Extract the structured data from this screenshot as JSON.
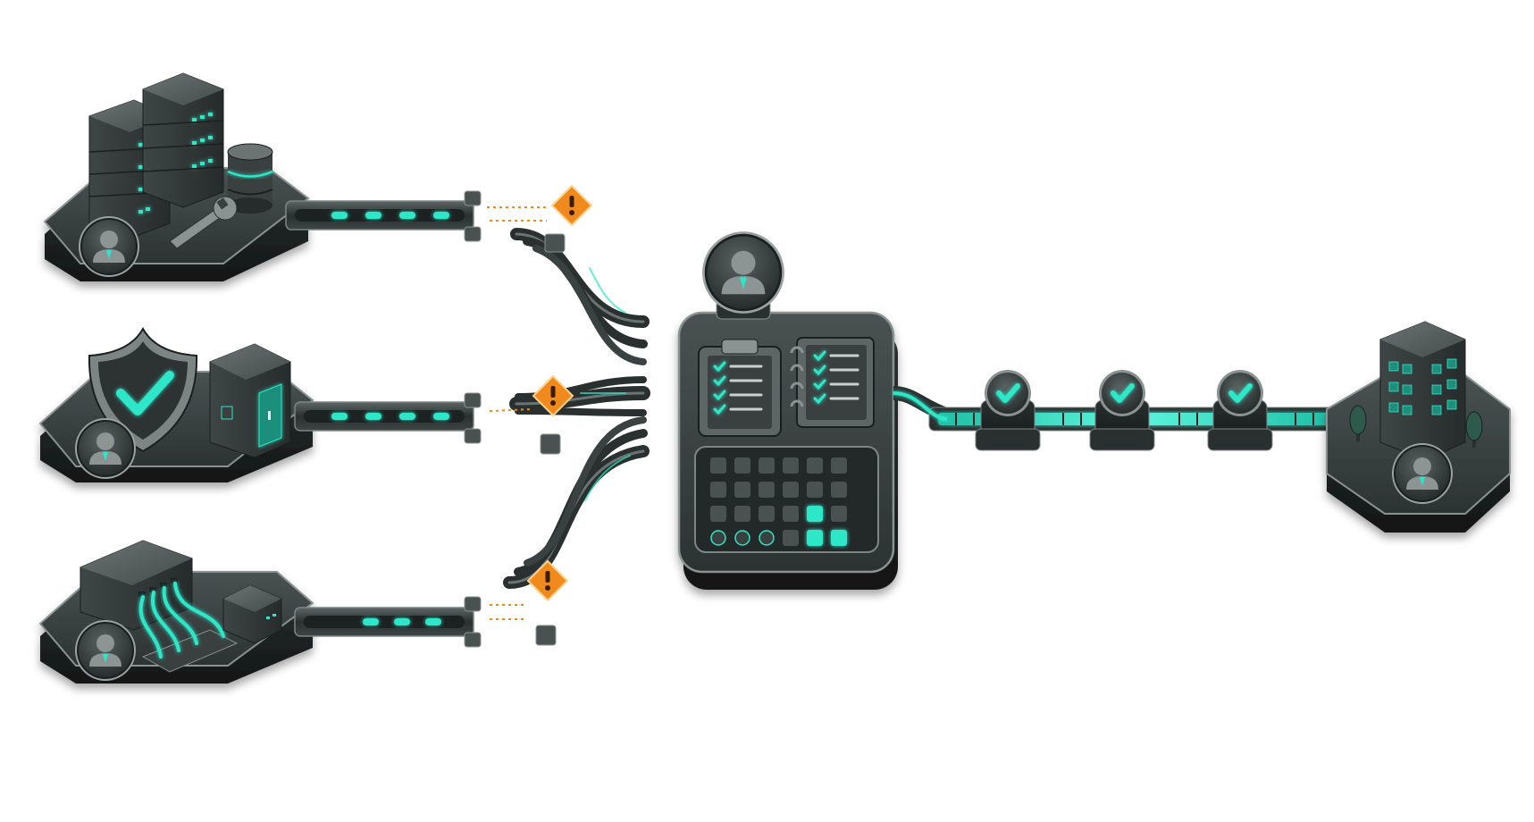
{
  "diagram": {
    "description_hidden": "",
    "colors": {
      "accent": "#2ee6c8",
      "accent_dim": "#17a58f",
      "platform_top": "#3a4040",
      "platform_side": "#1e2323",
      "platform_edge": "#8a9292",
      "metal": "#565d5d",
      "metal_dark": "#2a3030",
      "warning": "#f08a1c",
      "warning_dark": "#3a1d05",
      "background": "#ffffff"
    },
    "sources": [
      {
        "id": "infrastructure",
        "icons": [
          "server-rack-icon",
          "database-icon",
          "wrench-icon",
          "user-icon"
        ],
        "status": "warning"
      },
      {
        "id": "security",
        "icons": [
          "shield-check-icon",
          "door-booth-icon",
          "user-icon"
        ],
        "status": "warning"
      },
      {
        "id": "network",
        "icons": [
          "network-switch-icon",
          "cable-panel-icon",
          "router-box-icon",
          "user-icon"
        ],
        "status": "warning"
      }
    ],
    "hub": {
      "id": "review-hub",
      "icons": [
        "user-icon",
        "clipboard-checklist-icon",
        "notebook-checklist-icon",
        "status-grid-icon"
      ]
    },
    "checkpoints": [
      {
        "id": "check-1",
        "icon": "check-icon",
        "status": "passed"
      },
      {
        "id": "check-2",
        "icon": "check-icon",
        "status": "passed"
      },
      {
        "id": "check-3",
        "icon": "check-icon",
        "status": "passed"
      }
    ],
    "destination": {
      "id": "organization",
      "icons": [
        "office-building-icon",
        "tree-icon",
        "user-icon"
      ]
    },
    "status_grid": {
      "rows": 4,
      "cols": 6,
      "lit_cells": [
        [
          2,
          4
        ],
        [
          3,
          4
        ],
        [
          3,
          5
        ]
      ]
    }
  }
}
